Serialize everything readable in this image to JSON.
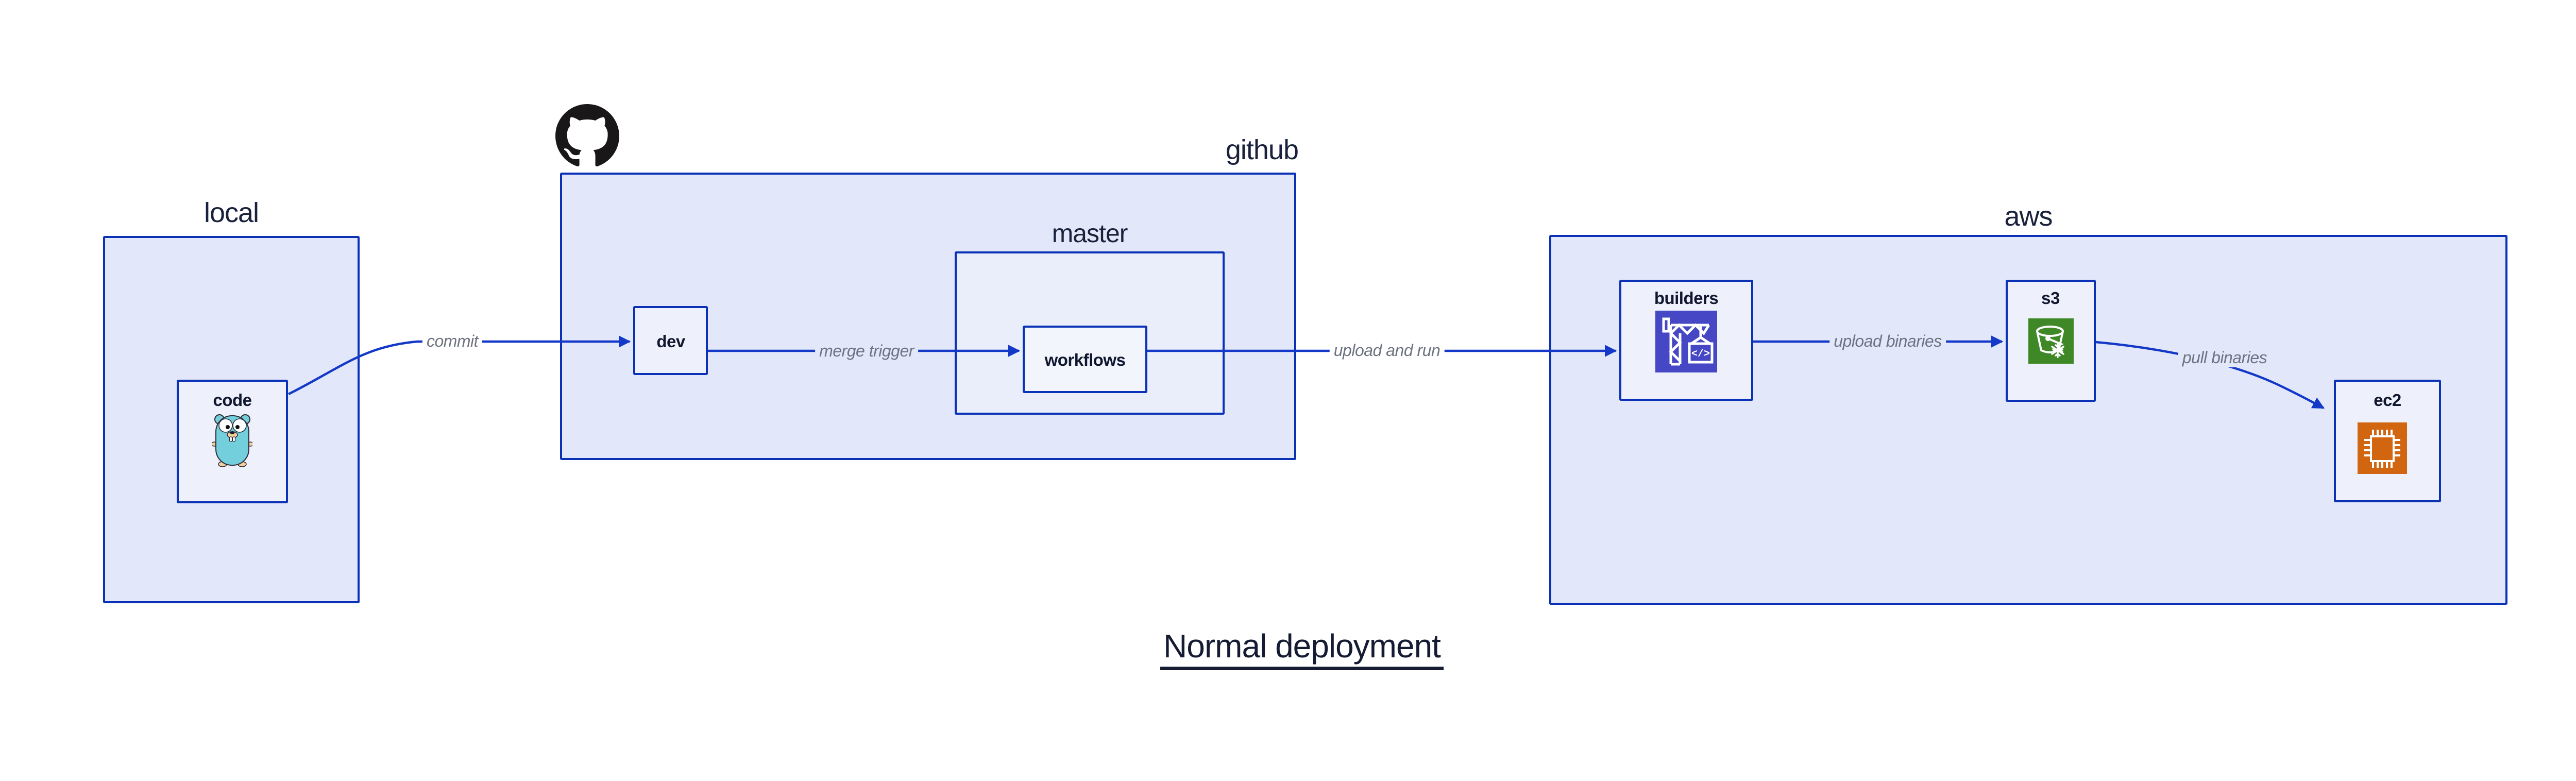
{
  "diagram": {
    "title": "Normal deployment",
    "groups": {
      "local": "local",
      "github": "github",
      "master": "master",
      "aws": "aws"
    },
    "nodes": {
      "code": "code",
      "dev": "dev",
      "workflows": "workflows",
      "builders": "builders",
      "s3": "s3",
      "ec2": "ec2"
    },
    "edges": {
      "commit": "commit",
      "merge_trigger": "merge trigger",
      "upload_and_run": "upload and run",
      "upload_binaries": "upload binaries",
      "pull_binaries": "pull binaries"
    },
    "icons": {
      "github_logo": "github-octocat-logo",
      "code": "go-gopher-mascot",
      "builders": "aws-codebuild-crane",
      "s3": "s3-bucket-snowflake",
      "ec2": "ec2-cpu-chip"
    },
    "colors": {
      "border_blue": "#0b31b6",
      "arrow_blue": "#1438c8",
      "group_fill": "#e2e8f9",
      "master_fill": "#eaeefb",
      "node_fill": "#eef1fc",
      "workflows_fill": "#f3f5fd",
      "edge_label_gray": "#6d7380",
      "text_dark": "#141b33",
      "codebuild_purple": "#4547c4",
      "s3_green": "#3e8827",
      "ec2_orange": "#d2650f",
      "gopher_teal": "#74cfdd"
    }
  }
}
